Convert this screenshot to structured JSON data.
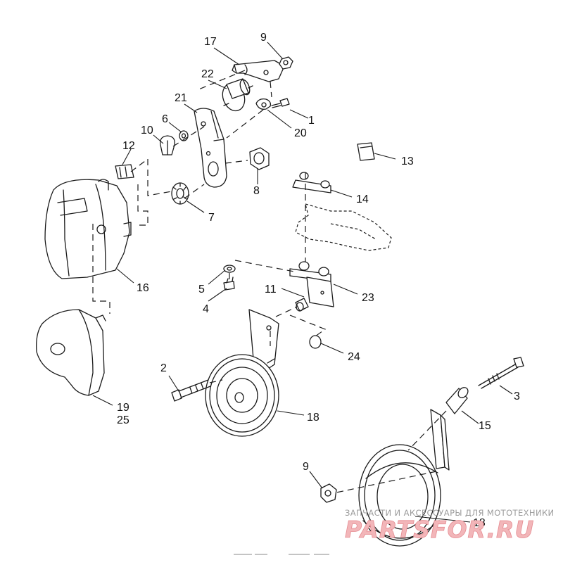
{
  "callouts": {
    "c1": "1",
    "c2": "2",
    "c3": "3",
    "c4": "4",
    "c5": "5",
    "c6": "6",
    "c7": "7",
    "c8": "8",
    "c9a": "9",
    "c9b": "9",
    "c10": "10",
    "c11": "11",
    "c12": "12",
    "c13": "13",
    "c14": "14",
    "c15": "15",
    "c16": "16",
    "c17": "17",
    "c18a": "18",
    "c18b": "18",
    "c19": "19",
    "c20": "20",
    "c21": "21",
    "c22": "22",
    "c23": "23",
    "c24": "24",
    "c25": "25"
  },
  "watermark": {
    "caption": "ЗАПЧАСТИ И АКСЕССУАРЫ ДЛЯ МОТОТЕХНИКИ",
    "logo": "PARTSFOR.RU"
  },
  "colors": {
    "line": "#1a1a1a",
    "watermark_logo": "#f2b6b9",
    "watermark_text": "#9c9c9c"
  }
}
